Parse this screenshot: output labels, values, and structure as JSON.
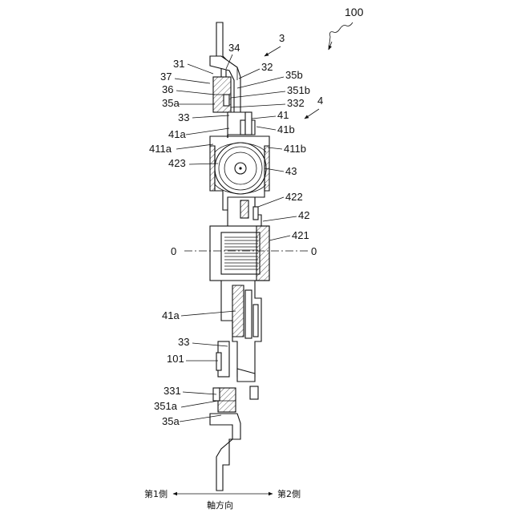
{
  "figure": {
    "assembly_number": "100",
    "subassembly_labels": [
      "3",
      "4"
    ],
    "axis_label": "0",
    "part_labels_top": [
      "31",
      "34",
      "32",
      "37",
      "35b",
      "36",
      "351b",
      "35a",
      "332",
      "33",
      "41",
      "41a",
      "41b",
      "411a",
      "411b",
      "423",
      "43",
      "422",
      "42",
      "421"
    ],
    "part_labels_bottom": [
      "41a",
      "33",
      "101",
      "331",
      "351a",
      "35a"
    ],
    "direction_text": {
      "left": "第1側",
      "center": "軸方向",
      "right": "第2側"
    }
  }
}
